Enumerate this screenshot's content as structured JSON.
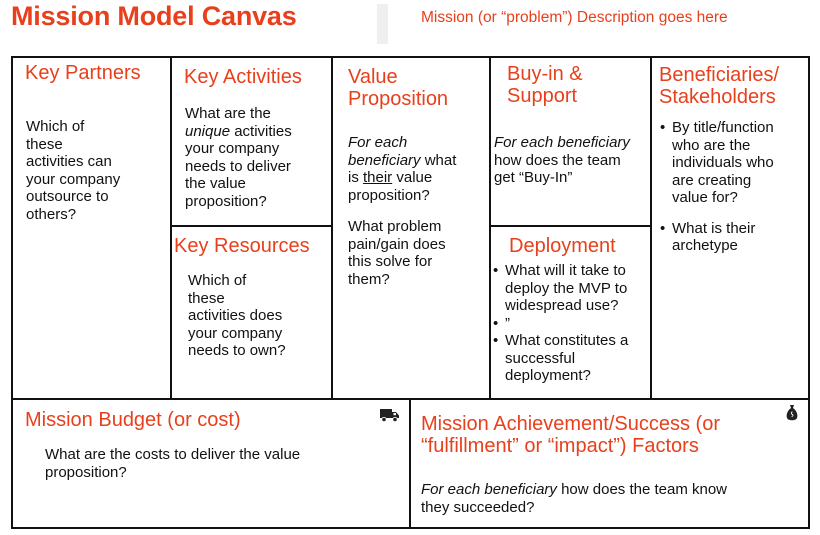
{
  "header": {
    "title": "Mission Model Canvas",
    "subtitle": "Mission (or “problem”) Description goes here"
  },
  "colors": {
    "accent": "#e8401c",
    "border": "#111111"
  },
  "key_partners": {
    "heading": "Key Partners",
    "lines": [
      "Which of",
      "these",
      "activities can",
      "your company",
      "outsource to",
      "others?"
    ]
  },
  "key_activities": {
    "heading": "Key Activities",
    "line1": "What are the",
    "line2_em": "unique",
    "line2_rest": " activities",
    "line3": "your company",
    "line4": "needs to deliver",
    "line5": "the value",
    "line6": "proposition?"
  },
  "key_resources": {
    "heading": "Key Resources",
    "lines": [
      "Which of",
      "these",
      "activities does",
      "your company",
      "needs to own?"
    ]
  },
  "value_proposition": {
    "heading_line1": "Value",
    "heading_line2": "Proposition",
    "p1_line1": "For each",
    "p1_line2_em": "beneficiary",
    "p1_line2_rest": " what",
    "p1_line3_pre": "is ",
    "p1_line3_u": "their",
    "p1_line3_post": " value",
    "p1_line4": "proposition?",
    "p2_lines": [
      "What problem",
      "pain/gain does",
      "this solve for",
      "them?"
    ]
  },
  "buy_in": {
    "heading_line1": "Buy-in &",
    "heading_line2": "Support",
    "line1_em": "For each beneficiary",
    "line2": "how does the team",
    "line3": "get “Buy-In”"
  },
  "deployment": {
    "heading": "Deployment",
    "bullets": [
      [
        "What will it take to",
        "deploy the MVP to",
        "widespread use?"
      ],
      [
        "”"
      ],
      [
        "What constitutes a",
        "successful",
        "deployment?"
      ]
    ]
  },
  "beneficiaries": {
    "heading_line1": "Beneficiaries/",
    "heading_line2": "Stakeholders",
    "bullets": [
      [
        "By title/function",
        "who are the",
        "individuals who",
        "are creating",
        "value for?"
      ],
      [
        "What is their",
        "archetype"
      ]
    ]
  },
  "mission_budget": {
    "heading": "Mission Budget (or cost)",
    "lines": [
      "What are the costs to deliver the value",
      "proposition?"
    ],
    "icon": "truck-icon"
  },
  "mission_achievement": {
    "heading_line1": "Mission Achievement/Success (or",
    "heading_line2": "“fulfillment” or “impact”) Factors",
    "line1_em": "For each beneficiary",
    "line1_rest": " how does the team know",
    "line2": "they succeeded?",
    "icon": "money-bag-icon"
  }
}
